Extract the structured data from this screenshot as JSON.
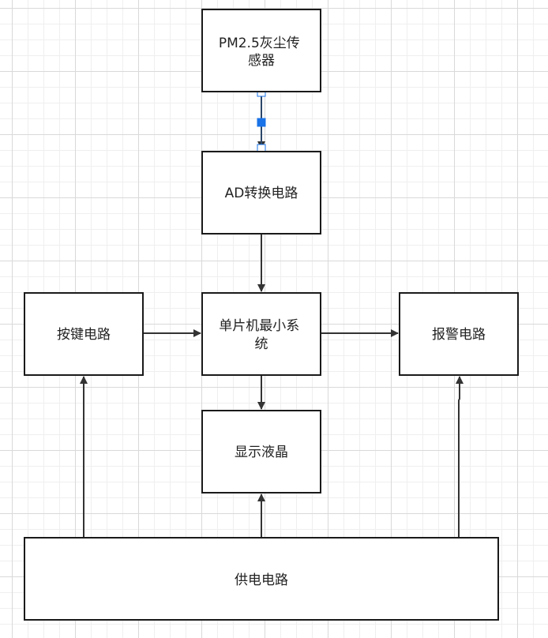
{
  "diagram": {
    "nodes": {
      "sensor": {
        "lines": [
          "PM2.5灰尘传",
          "感器"
        ]
      },
      "ad": {
        "lines": [
          "AD转换电路"
        ]
      },
      "mcu": {
        "lines": [
          "单片机最小系",
          "统"
        ]
      },
      "keys": {
        "lines": [
          "按键电路"
        ]
      },
      "alarm": {
        "lines": [
          "报警电路"
        ]
      },
      "lcd": {
        "lines": [
          "显示液晶"
        ]
      },
      "power": {
        "lines": [
          "供电电路"
        ]
      }
    },
    "edges": [
      {
        "from": "sensor",
        "to": "ad"
      },
      {
        "from": "ad",
        "to": "mcu"
      },
      {
        "from": "keys",
        "to": "mcu"
      },
      {
        "from": "mcu",
        "to": "alarm"
      },
      {
        "from": "mcu",
        "to": "lcd"
      },
      {
        "from": "power",
        "to": "keys"
      },
      {
        "from": "power",
        "to": "lcd"
      },
      {
        "from": "power",
        "to": "alarm"
      }
    ],
    "selected_edge": "sensor-ad",
    "colors": {
      "stroke": "#1a1a1a",
      "edge": "#333333",
      "selection": "#1a73e8"
    }
  }
}
